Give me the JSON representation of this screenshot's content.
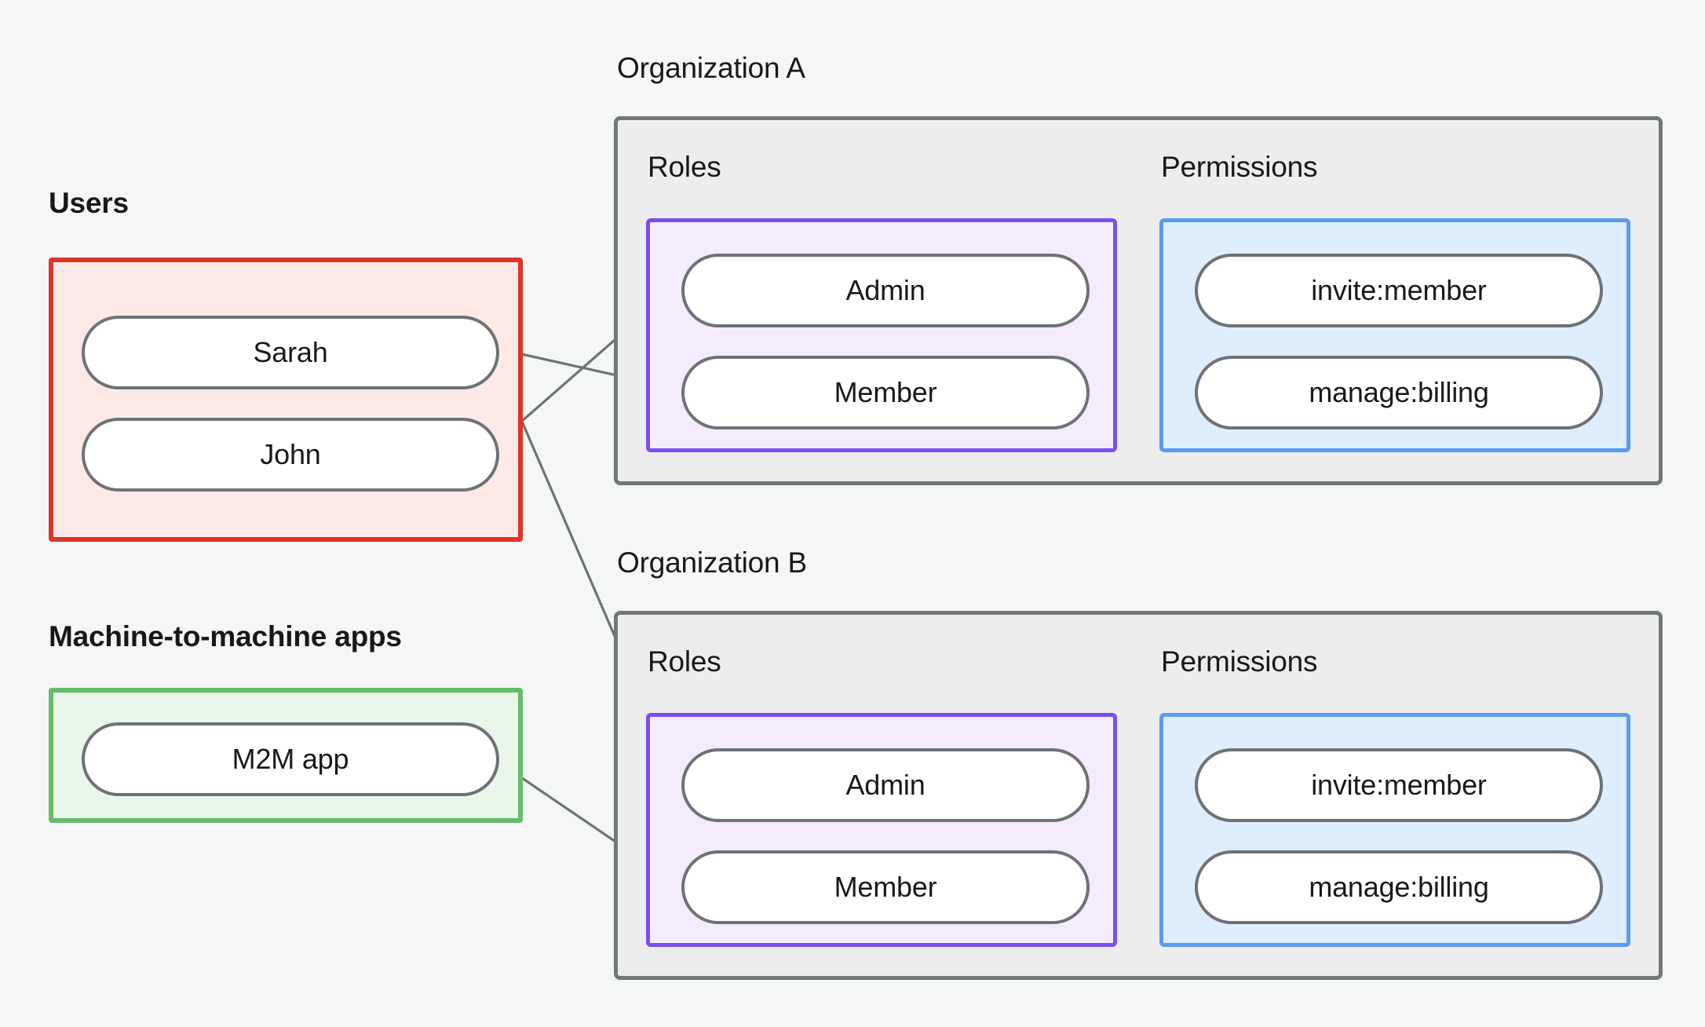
{
  "page": {
    "background_color": "#f5f7f6",
    "title": "Organization roles and permissions diagram"
  },
  "palette": {
    "users_border": "#e0332a",
    "users_fill": "#fdeae7",
    "m2m_border": "#67bb6a",
    "m2m_fill": "#e9f6ea",
    "org_border": "#72777a",
    "org_fill": "#ecedec",
    "roles_border": "#7b4df5",
    "roles_fill": "#f4ecfd",
    "permissions_border": "#5b9bf0",
    "permissions_fill": "#dfeefc",
    "node_border": "#6e7276",
    "node_fill": "#ffffff",
    "edge_color": "#6e7276",
    "text_color": "#16181a"
  },
  "users_section": {
    "caption": "Users",
    "nodes": [
      {
        "id": "sarah",
        "label": "Sarah"
      },
      {
        "id": "john",
        "label": "John"
      }
    ]
  },
  "m2m_section": {
    "caption": "Machine-to-machine apps",
    "nodes": [
      {
        "id": "m2m-app",
        "label": "M2M app"
      }
    ]
  },
  "organizations": [
    {
      "id": "org-a",
      "caption": "Organization A",
      "roles": {
        "caption": "Roles",
        "nodes": [
          {
            "id": "org-a-role-admin",
            "label": "Admin"
          },
          {
            "id": "org-a-role-member",
            "label": "Member"
          }
        ]
      },
      "permissions": {
        "caption": "Permissions",
        "nodes": [
          {
            "id": "org-a-perm-invite",
            "label": "invite:member"
          },
          {
            "id": "org-a-perm-billing",
            "label": "manage:billing"
          }
        ]
      }
    },
    {
      "id": "org-b",
      "caption": "Organization B",
      "roles": {
        "caption": "Roles",
        "nodes": [
          {
            "id": "org-b-role-admin",
            "label": "Admin"
          },
          {
            "id": "org-b-role-member",
            "label": "Member"
          }
        ]
      },
      "permissions": {
        "caption": "Permissions",
        "nodes": [
          {
            "id": "org-b-perm-invite",
            "label": "invite:member"
          },
          {
            "id": "org-b-perm-billing",
            "label": "manage:billing"
          }
        ]
      }
    }
  ],
  "edges": [
    {
      "from": "john",
      "to": "org-a-role-admin"
    },
    {
      "from": "sarah",
      "to": "org-a-role-member"
    },
    {
      "from": "sarah",
      "to": "org-b-role-admin"
    },
    {
      "from": "m2m-app",
      "to": "org-b-role-member"
    },
    {
      "from": "org-a-role-admin",
      "to": "org-a-perm-invite"
    },
    {
      "from": "org-a-role-admin",
      "to": "org-a-perm-billing"
    },
    {
      "from": "org-a-role-member",
      "to": "org-a-perm-billing"
    },
    {
      "from": "org-b-role-admin",
      "to": "org-b-perm-invite"
    },
    {
      "from": "org-b-role-admin",
      "to": "org-b-perm-billing"
    },
    {
      "from": "org-b-role-member",
      "to": "org-b-perm-billing"
    }
  ]
}
